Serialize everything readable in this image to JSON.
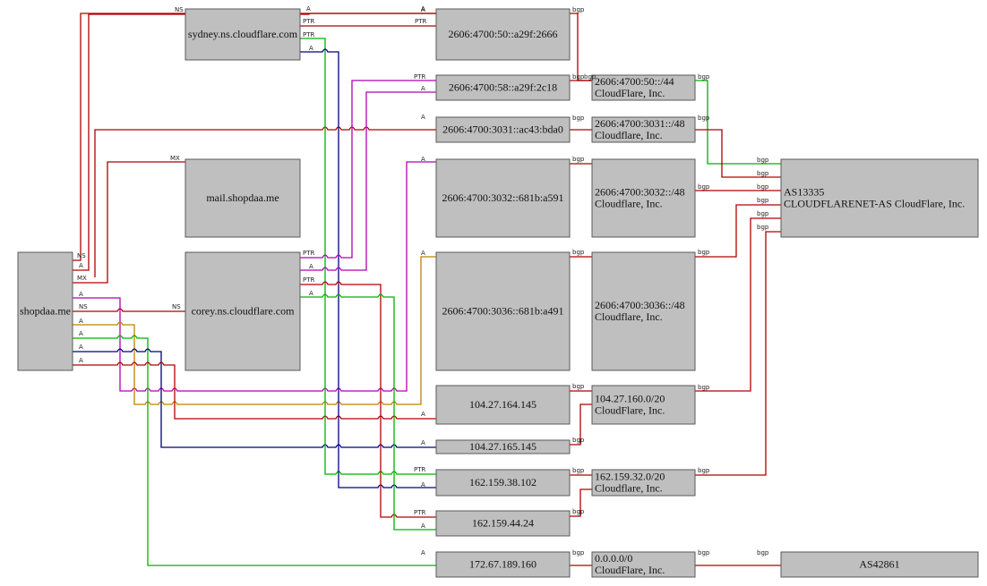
{
  "nodes": [
    {
      "id": "shopdaa",
      "lines": [
        "shopdaa.me"
      ]
    },
    {
      "id": "sydney",
      "lines": [
        "sydney.ns.cloudflare.com"
      ]
    },
    {
      "id": "mail",
      "lines": [
        "mail.shopdaa.me"
      ]
    },
    {
      "id": "corey",
      "lines": [
        "corey.ns.cloudflare.com"
      ]
    },
    {
      "id": "ip_2666",
      "lines": [
        "2606:4700:50::a29f:2666"
      ]
    },
    {
      "id": "ip_2c18",
      "lines": [
        "2606:4700:58::a29f:2c18"
      ]
    },
    {
      "id": "ip_bda0",
      "lines": [
        "2606:4700:3031::ac43:bda0"
      ]
    },
    {
      "id": "ip_a591",
      "lines": [
        "2606:4700:3032::681b:a591"
      ]
    },
    {
      "id": "ip_a491",
      "lines": [
        "2606:4700:3036::681b:a491"
      ]
    },
    {
      "id": "ip_164",
      "lines": [
        "104.27.164.145"
      ]
    },
    {
      "id": "ip_165",
      "lines": [
        "104.27.165.145"
      ]
    },
    {
      "id": "ip_38",
      "lines": [
        "162.159.38.102"
      ]
    },
    {
      "id": "ip_44",
      "lines": [
        "162.159.44.24"
      ]
    },
    {
      "id": "ip_172",
      "lines": [
        "172.67.189.160"
      ]
    },
    {
      "id": "pf_50",
      "lines": [
        "2606:4700:50::/44",
        "CloudFlare, Inc."
      ]
    },
    {
      "id": "pf_3031",
      "lines": [
        "2606:4700:3031::/48",
        "Cloudflare, Inc."
      ]
    },
    {
      "id": "pf_3032",
      "lines": [
        "2606:4700:3032::/48",
        "Cloudflare, Inc."
      ]
    },
    {
      "id": "pf_3036",
      "lines": [
        "2606:4700:3036::/48",
        "Cloudflare, Inc."
      ]
    },
    {
      "id": "pf_104",
      "lines": [
        "104.27.160.0/20",
        "CloudFlare, Inc."
      ]
    },
    {
      "id": "pf_162",
      "lines": [
        "162.159.32.0/20",
        "Cloudflare, Inc."
      ]
    },
    {
      "id": "pf_0",
      "lines": [
        "0.0.0.0/0",
        "CloudFlare, Inc."
      ]
    },
    {
      "id": "as13335",
      "lines": [
        "AS13335",
        "CLOUDFLARENET-AS CloudFlare, Inc."
      ]
    },
    {
      "id": "as42861",
      "lines": [
        "AS42861"
      ]
    }
  ],
  "edges": [
    {
      "id": "e_shop_sydney_ns",
      "from": "shopdaa",
      "to": "sydney",
      "label_from": "NS",
      "label_to": "NS",
      "color": "#b00000"
    },
    {
      "id": "e_shop_2666_a",
      "from": "shopdaa",
      "to": "ip_2666",
      "label_from": "A",
      "label_to": "A",
      "color": "#b00000"
    },
    {
      "id": "e_shop_mail_mx",
      "from": "shopdaa",
      "to": "mail",
      "label_from": "MX",
      "label_to": "MX",
      "color": "#b00000"
    },
    {
      "id": "e_shop_corey_ns",
      "from": "shopdaa",
      "to": "corey",
      "label_from": "NS",
      "label_to": "NS",
      "color": "#b00000"
    },
    {
      "id": "e_shop_a591_a",
      "from": "shopdaa",
      "to": "ip_a591",
      "label_from": "A",
      "label_to": "A",
      "color": "#b000b0"
    },
    {
      "id": "e_shop_a491_a",
      "from": "shopdaa",
      "to": "ip_a491",
      "label_from": "A",
      "label_to": "A",
      "color": "#c08000"
    },
    {
      "id": "e_shop_172_a",
      "from": "shopdaa",
      "to": "ip_172",
      "label_from": "A",
      "label_to": "A",
      "color": "#00b000"
    },
    {
      "id": "e_shop_165_a",
      "from": "shopdaa",
      "to": "ip_165",
      "label_from": "A",
      "label_to": "A",
      "color": "#000080"
    },
    {
      "id": "e_shop_164_a",
      "from": "shopdaa",
      "to": "ip_164",
      "label_from": "A",
      "label_to": "A",
      "color": "#b00000"
    },
    {
      "id": "e_shop_bda0_a",
      "from": "shopdaa",
      "to": "ip_bda0",
      "label_from": "",
      "label_to": "A",
      "color": "#b00000"
    },
    {
      "id": "e_sydney_2666_a",
      "from": "sydney",
      "to": "ip_2666",
      "label_from": "A",
      "label_to": "A",
      "color": "#b00000"
    },
    {
      "id": "e_sydney_2666_ptr",
      "from": "sydney",
      "to": "ip_2666",
      "label_from": "PTR",
      "label_to": "PTR",
      "color": "#b00000"
    },
    {
      "id": "e_sydney_38_ptr",
      "from": "sydney",
      "to": "ip_38",
      "label_from": "PTR",
      "label_to": "PTR",
      "color": "#00b000"
    },
    {
      "id": "e_sydney_38_a",
      "from": "sydney",
      "to": "ip_38",
      "label_from": "A",
      "label_to": "A",
      "color": "#000080"
    },
    {
      "id": "e_corey_2c18_ptr",
      "from": "corey",
      "to": "ip_2c18",
      "label_from": "PTR",
      "label_to": "PTR",
      "color": "#b000b0"
    },
    {
      "id": "e_corey_2c18_a",
      "from": "corey",
      "to": "ip_2c18",
      "label_from": "A",
      "label_to": "A",
      "color": "#b000b0"
    },
    {
      "id": "e_corey_44_ptr",
      "from": "corey",
      "to": "ip_44",
      "label_from": "PTR",
      "label_to": "PTR",
      "color": "#b00000"
    },
    {
      "id": "e_corey_44_a",
      "from": "corey",
      "to": "ip_44",
      "label_from": "A",
      "label_to": "A",
      "color": "#00b000"
    },
    {
      "id": "e_2666_pf50",
      "from": "ip_2666",
      "to": "pf_50",
      "label_from": "bgp",
      "label_to": "bgp",
      "color": "#b00000"
    },
    {
      "id": "e_2c18_pf50",
      "from": "ip_2c18",
      "to": "pf_50",
      "label_from": "bgp",
      "label_to": "bgp",
      "color": "#b00000"
    },
    {
      "id": "e_bda0_pf3031",
      "from": "ip_bda0",
      "to": "pf_3031",
      "label_from": "bgp",
      "label_to": "bgp",
      "color": "#b00000"
    },
    {
      "id": "e_a591_pf3032",
      "from": "ip_a591",
      "to": "pf_3032",
      "label_from": "bgp",
      "label_to": "bgp",
      "color": "#b00000"
    },
    {
      "id": "e_a491_pf3036",
      "from": "ip_a491",
      "to": "pf_3036",
      "label_from": "bgp",
      "label_to": "bgp",
      "color": "#b00000"
    },
    {
      "id": "e_164_pf104",
      "from": "ip_164",
      "to": "pf_104",
      "label_from": "bgp",
      "label_to": "bgp",
      "color": "#b00000"
    },
    {
      "id": "e_165_pf104",
      "from": "ip_165",
      "to": "pf_104",
      "label_from": "bgp",
      "label_to": "",
      "color": "#b00000"
    },
    {
      "id": "e_38_pf162",
      "from": "ip_38",
      "to": "pf_162",
      "label_from": "bgp",
      "label_to": "bgp",
      "color": "#b00000"
    },
    {
      "id": "e_44_pf162",
      "from": "ip_44",
      "to": "pf_162",
      "label_from": "bgp",
      "label_to": "",
      "color": "#b00000"
    },
    {
      "id": "e_172_pf0",
      "from": "ip_172",
      "to": "pf_0",
      "label_from": "bgp",
      "label_to": "bgp",
      "color": "#b00000"
    },
    {
      "id": "e_pf50_as13335",
      "from": "pf_50",
      "to": "as13335",
      "label_from": "bgp",
      "label_to": "bgp",
      "color": "#00b000"
    },
    {
      "id": "e_pf3031_as13335",
      "from": "pf_3031",
      "to": "as13335",
      "label_from": "bgp",
      "label_to": "bgp",
      "color": "#b00000"
    },
    {
      "id": "e_pf3032_as13335",
      "from": "pf_3032",
      "to": "as13335",
      "label_from": "bgp",
      "label_to": "bgp",
      "color": "#b00000"
    },
    {
      "id": "e_pf3036_as13335",
      "from": "pf_3036",
      "to": "as13335",
      "label_from": "bgp",
      "label_to": "bgp",
      "color": "#b00000"
    },
    {
      "id": "e_pf104_as13335",
      "from": "pf_104",
      "to": "as13335",
      "label_from": "bgp",
      "label_to": "bgp",
      "color": "#b00000"
    },
    {
      "id": "e_pf162_as13335",
      "from": "pf_162",
      "to": "as13335",
      "label_from": "bgp",
      "label_to": "bgp",
      "color": "#b00000"
    },
    {
      "id": "e_pf0_as42861",
      "from": "pf_0",
      "to": "as42861",
      "label_from": "bgp",
      "label_to": "bgp",
      "color": "#b00000"
    }
  ]
}
